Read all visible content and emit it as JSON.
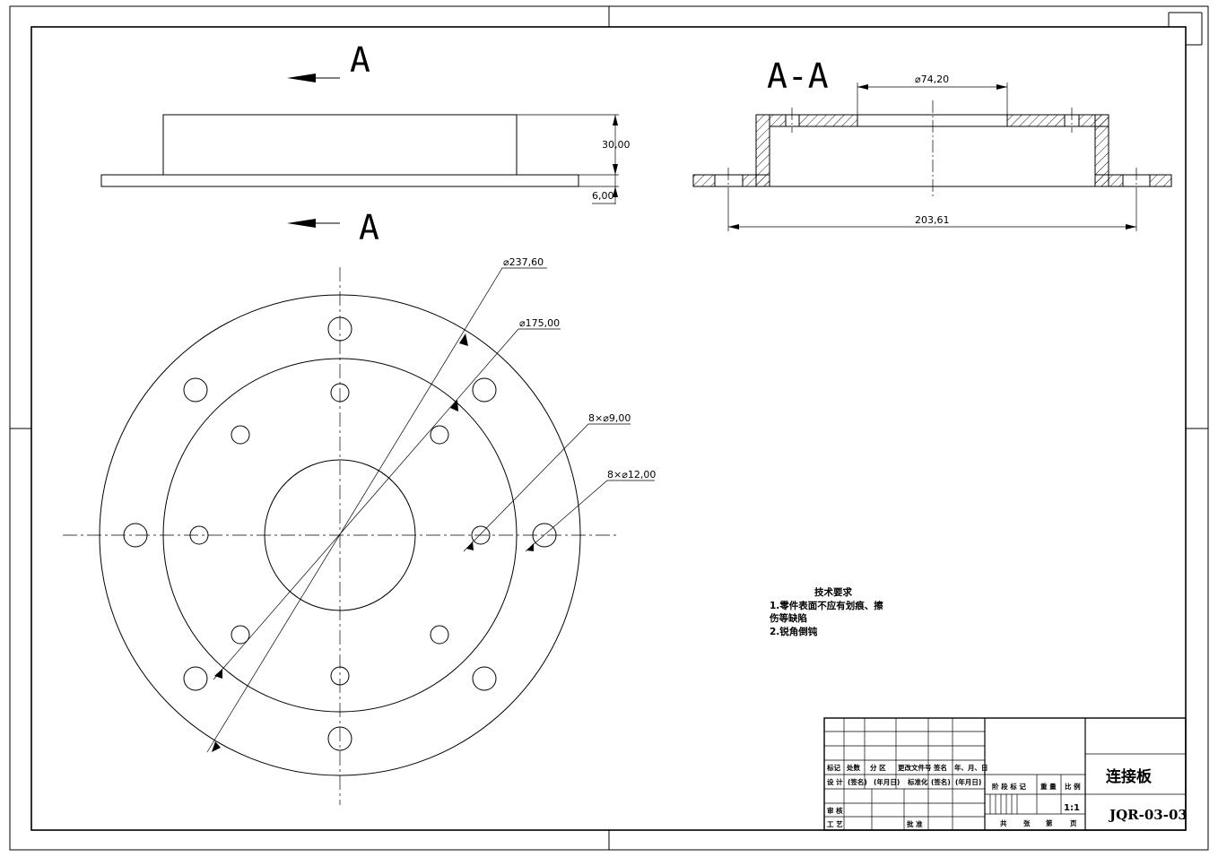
{
  "views": {
    "top_label": "A",
    "bottom_label": "A",
    "section_label": "A-A"
  },
  "dimensions": {
    "height": "30,00",
    "flange": "6,00",
    "bore": "⌀74,20",
    "bolt_circle_section": "203,61",
    "outer_dia": "⌀237,60",
    "inner_dia": "⌀175,00",
    "small_holes": "8×⌀9,00",
    "large_holes": "8×⌀12,00"
  },
  "notes": {
    "title": "技术要求",
    "line1": "1.零件表面不应有划痕、擦",
    "line2": "伤等缺陷",
    "line3": "2.锐角倒钝"
  },
  "title_block": {
    "mark": "标记",
    "count": "处数",
    "zone": "分 区",
    "change_doc": "更改文件号",
    "sign": "签名",
    "date": "年、月、日",
    "design": "设 计",
    "sign_paren": "(签名)",
    "date_paren": "(年月日)",
    "standard": "标准化",
    "sign_paren2": "(签名)",
    "date_paren2": "(年月日)",
    "review": "审 核",
    "process": "工 艺",
    "approve": "批 准",
    "stage_mark": "阶 段 标 记",
    "weight": "重 量",
    "ratio": "比 例",
    "scale": "1:1",
    "total": "共",
    "sheets": "张",
    "sheet_no": "第",
    "page": "页",
    "part_name": "连接板",
    "drawing_no": "JQR-03-03"
  }
}
